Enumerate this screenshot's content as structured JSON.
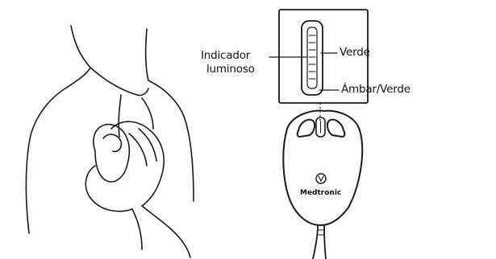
{
  "labels": {
    "indicator_line1": "Indicador",
    "indicator_line2": "luminoso",
    "green": "Verde",
    "amber_green": "Ámbar/Verde"
  },
  "device": {
    "brand_text": "Medtronic"
  },
  "colors": {
    "ink": "#1a1a1a",
    "background": "#ffffff"
  }
}
